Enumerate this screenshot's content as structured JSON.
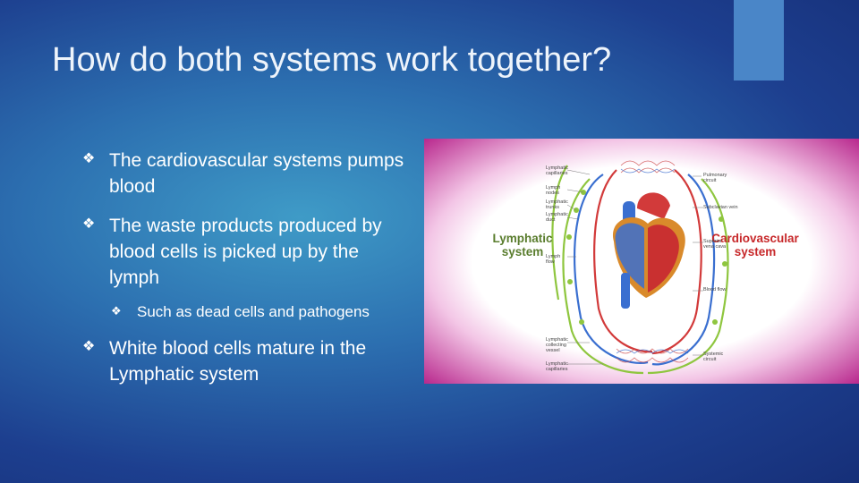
{
  "slide": {
    "title": "How do both systems work together?",
    "bullets": [
      {
        "level": 1,
        "text": "The cardiovascular systems pumps blood"
      },
      {
        "level": 1,
        "text": "The waste products produced by blood cells is picked up by the lymph"
      },
      {
        "level": 2,
        "text": "Such as dead cells and pathogens"
      },
      {
        "level": 1,
        "text": "White blood cells mature in the Lymphatic system"
      }
    ],
    "bullet_icon": "diamond-bullet-icon",
    "colors": {
      "accent": "#4a86c8",
      "background": "#1d3f8f"
    }
  },
  "figure": {
    "labels": {
      "lymphatic": "Lymphatic system",
      "cardiovascular": "Cardiovascular system"
    },
    "left_callouts": [
      "Lymphatic capillaries",
      "Lymph nodes",
      "Lymphatic trunks",
      "Lymphatic duct",
      "Lymph flow",
      "Lymphatic collecting vessel",
      "Lymphatic capillaries"
    ],
    "right_callouts": [
      "Pulmonary circuit",
      "Subclavian vein",
      "Superior vena cava",
      "Blood flow",
      "Systemic circuit"
    ]
  }
}
